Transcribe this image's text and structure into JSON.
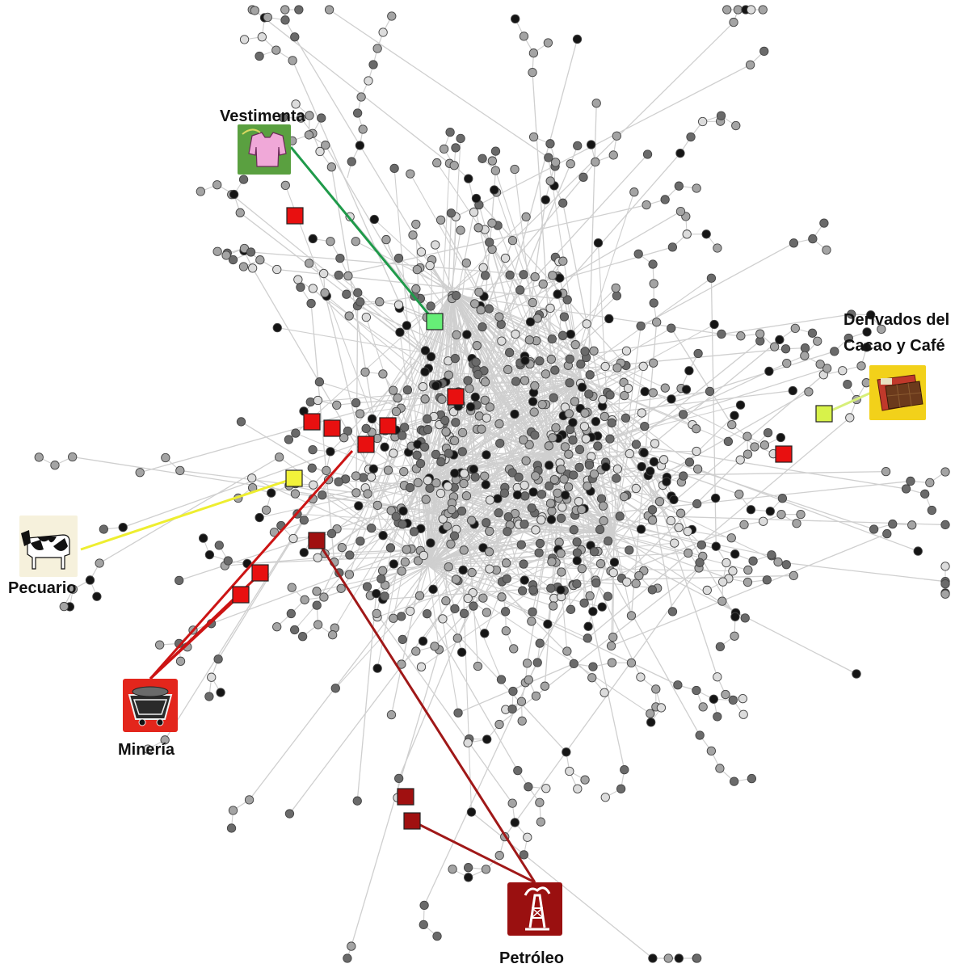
{
  "sectors": [
    {
      "id": "vestimenta",
      "label": "Vestimenta",
      "icon": "sweater-icon",
      "color": "#5aa040",
      "link_color": "#1f9a4a",
      "node_color": "#66ee77"
    },
    {
      "id": "derivados",
      "label_lines": [
        "Derivados del",
        "Cacao y Café"
      ],
      "icon": "chocolate-bar-icon",
      "color": "#f2d11a",
      "link_color": "#d7ef7a",
      "node_color": "#d8f24a"
    },
    {
      "id": "pecuario",
      "label": "Pecuario",
      "icon": "cow-icon",
      "color": "#f6f1dc",
      "link_color": "#eeee30",
      "node_color": "#f2f23a"
    },
    {
      "id": "mineria",
      "label": "Minería",
      "icon": "mine-cart-icon",
      "color": "#e3261c",
      "link_color": "#cc1414",
      "node_color": "#ee1111"
    },
    {
      "id": "petroleo",
      "label": "Petróleo",
      "icon": "oil-derrick-icon",
      "color": "#9a1010",
      "link_color": "#a01818",
      "node_color": "#a01010"
    }
  ],
  "colors": {
    "edge": "#cfcfcf",
    "node_dark": "#151515",
    "node_mid": "#6a6a6a",
    "node_light": "#a4a4a4",
    "node_pale": "#dcdcdc",
    "node_stroke": "#444444",
    "red_node": "#e81010"
  }
}
